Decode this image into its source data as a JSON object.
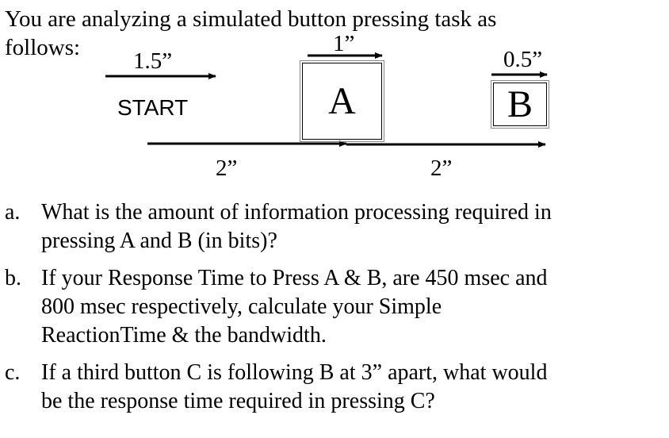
{
  "intro": {
    "line1": "You are analyzing a simulated button pressing task as",
    "line2": "follows:"
  },
  "diagram": {
    "start_label": "START",
    "label_start_to_a": "1.5”",
    "label_a_width": "1”",
    "label_b_width": "0.5”",
    "button_a": "A",
    "button_b": "B",
    "label_dist_1": "2”",
    "label_dist_2": "2”"
  },
  "questions": [
    {
      "tag": "a.",
      "lines": [
        "What is the amount of information processing required in",
        "pressing A and B (in bits)?"
      ]
    },
    {
      "tag": "b.",
      "lines": [
        "If your Response Time to Press A & B, are 450 msec and",
        "800 msec respectively, calculate your Simple",
        "ReactionTime & the bandwidth."
      ]
    },
    {
      "tag": "c.",
      "lines": [
        "If a third button C is following B at 3” apart, what would",
        "be the response time required in pressing C?"
      ]
    }
  ]
}
